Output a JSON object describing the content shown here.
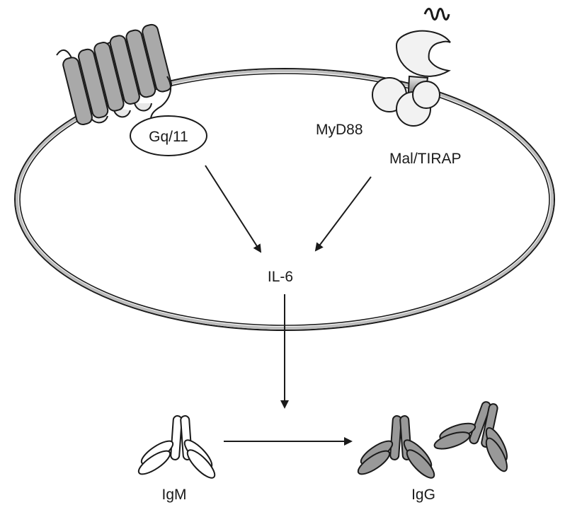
{
  "labels": {
    "gq11": "Gq/11",
    "myd88": "MyD88",
    "mal_tirap": "Mal/TIRAP",
    "il6": "IL-6",
    "igm": "IgM",
    "igg": "IgG"
  },
  "colors": {
    "outline": "#1a1a1a",
    "membrane_gray": "#bdbdbd",
    "receptor_gray": "#a9a9a9",
    "igg_gray": "#999999",
    "light": "#f2f2f2"
  }
}
